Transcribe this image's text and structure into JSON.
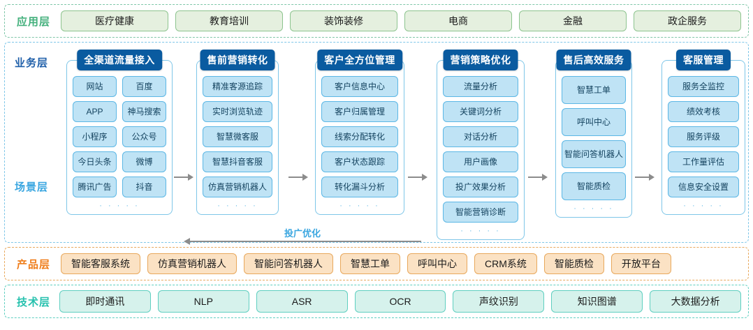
{
  "application_layer": {
    "label": "应用层",
    "accent": "#43b07c",
    "items": [
      {
        "label": "医疗健康"
      },
      {
        "label": "教育培训"
      },
      {
        "label": "装饰装修"
      },
      {
        "label": "电商"
      },
      {
        "label": "金融"
      },
      {
        "label": "政企服务"
      }
    ]
  },
  "business_layer": {
    "label": "业务层",
    "accent": "#1f5fa9",
    "scene_label": "场景层",
    "scene_accent": "#3aa6e0",
    "dots": "· · · · ·",
    "feedback": {
      "label": "投广优化",
      "direction": "left"
    },
    "columns": [
      {
        "header": "全渠道流量接入",
        "layout": "pairs",
        "rows": [
          [
            "网站",
            "百度"
          ],
          [
            "APP",
            "神马搜索"
          ],
          [
            "小程序",
            "公众号"
          ],
          [
            "今日头条",
            "微博"
          ],
          [
            "腾讯广告",
            "抖音"
          ]
        ]
      },
      {
        "header": "售前营销转化",
        "layout": "single",
        "items": [
          "精准客源追踪",
          "实时浏览轨迹",
          "智慧微客服",
          "智慧抖音客服",
          "仿真营销机器人"
        ]
      },
      {
        "header": "客户全方位管理",
        "layout": "single",
        "items": [
          "客户信息中心",
          "客户归属管理",
          "线索分配转化",
          "客户状态跟踪",
          "转化漏斗分析"
        ]
      },
      {
        "header": "营销策略优化",
        "layout": "single",
        "items": [
          "流量分析",
          "关键词分析",
          "对话分析",
          "用户画像",
          "投广效果分析",
          "智能营销诊断"
        ]
      },
      {
        "header": "售后高效服务",
        "layout": "single-tall",
        "items": [
          "智慧工单",
          "呼叫中心",
          "智能问答机器人",
          "智能质检"
        ]
      },
      {
        "header": "客服管理",
        "layout": "single",
        "items": [
          "服务全监控",
          "绩效考核",
          "服务评级",
          "工作量评估",
          "信息安全设置"
        ]
      }
    ]
  },
  "product_layer": {
    "label": "产品层",
    "accent": "#ef7d1a",
    "items": [
      {
        "label": "智能客服系统"
      },
      {
        "label": "仿真营销机器人"
      },
      {
        "label": "智能问答机器人"
      },
      {
        "label": "智慧工单"
      },
      {
        "label": "呼叫中心"
      },
      {
        "label": "CRM系统"
      },
      {
        "label": "智能质检"
      },
      {
        "label": "开放平台"
      }
    ]
  },
  "technology_layer": {
    "label": "技术层",
    "accent": "#27c1ae",
    "items": [
      {
        "label": "即时通讯"
      },
      {
        "label": "NLP"
      },
      {
        "label": "ASR"
      },
      {
        "label": "OCR"
      },
      {
        "label": "声纹识别"
      },
      {
        "label": "知识图谱"
      },
      {
        "label": "大数据分析"
      }
    ]
  }
}
